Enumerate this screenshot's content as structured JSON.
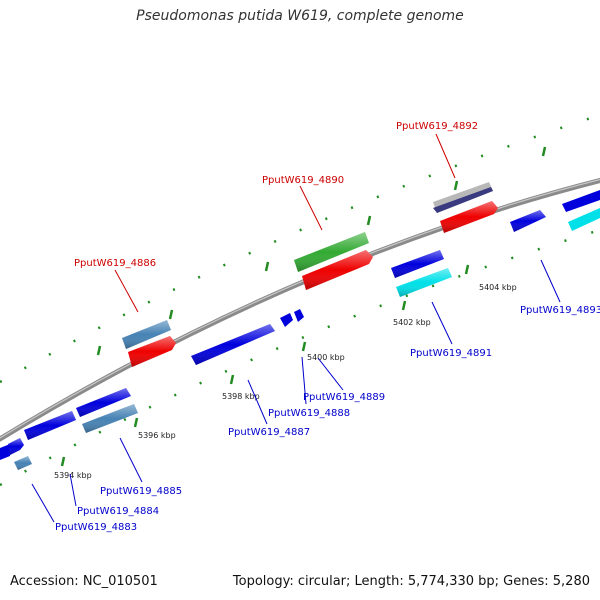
{
  "title": "Pseudomonas putida W619, complete genome",
  "footer": {
    "accession": "Accession: NC_010501",
    "summary": "Topology: circular; Length: 5,774,330 bp; Genes: 5,280"
  },
  "ticks": [
    {
      "label": "5394 kbp",
      "kbp": 5394
    },
    {
      "label": "5396 kbp",
      "kbp": 5396
    },
    {
      "label": "5398 kbp",
      "kbp": 5398
    },
    {
      "label": "5400 kbp",
      "kbp": 5400
    },
    {
      "label": "5402 kbp",
      "kbp": 5402
    },
    {
      "label": "5404 kbp",
      "kbp": 5404
    }
  ],
  "gene_labels": {
    "g4883": "PputW619_4883",
    "g4884": "PputW619_4884",
    "g4885": "PputW619_4885",
    "g4886": "PputW619_4886",
    "g4887": "PputW619_4887",
    "g4888": "PputW619_4888",
    "g4889": "PputW619_4889",
    "g4890": "PputW619_4890",
    "g4891": "PputW619_4891",
    "g4892": "PputW619_4892",
    "g4893": "PputW619_4893"
  },
  "colors": {
    "backbone": "#8a8a8a",
    "tick_green": "#228b22",
    "label_red": "#cc0000",
    "label_blue": "#0000cc",
    "gene_blue": "#0000dd",
    "gene_red": "#ee0000",
    "gene_steelblue": "#4682b4",
    "gene_green": "#33aa33",
    "gene_cyan": "#00e0e8",
    "gene_gray": "#b8b8b8",
    "gene_darkslate": "#3a3a80"
  }
}
